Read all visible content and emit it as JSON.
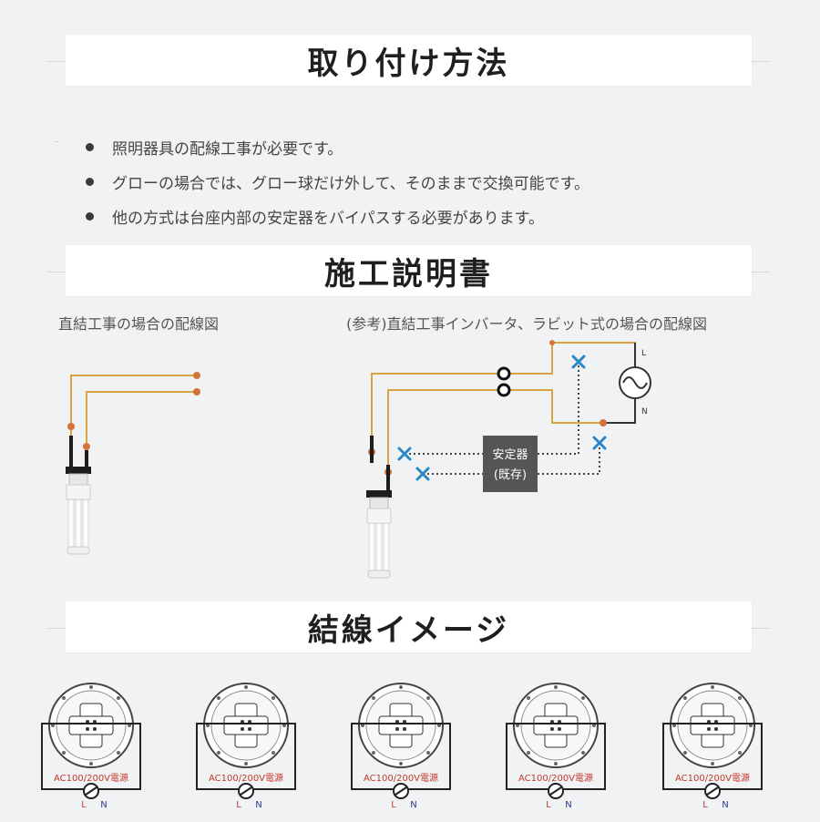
{
  "sections": {
    "install": {
      "title": "取り付け方法"
    },
    "construction": {
      "title": "施工説明書"
    },
    "wiring_image": {
      "title": "結線イメージ"
    }
  },
  "install_notes": [
    "照明器具の配線工事が必要です。",
    "グローの場合では、グロー球だけ外して、そのままで交換可能です。",
    "他の方式は台座内部の安定器をバイパスする必要があります。"
  ],
  "diagrams": {
    "direct": {
      "caption": "直結工事の場合の配線図"
    },
    "inverter": {
      "caption": "(参考)直結工事インバータ、ラビット式の場合の配線図",
      "ballast_line1": "安定器",
      "ballast_line2": "(既存)",
      "terminal_l": "L",
      "terminal_n": "N"
    }
  },
  "fixtures": {
    "label": "AC100/200V電源",
    "l": "L",
    "n": "N",
    "count": 5
  },
  "colors": {
    "wire": "#d9a441",
    "wire_dot": "#d3743a",
    "cross": "#2b86c9",
    "ballast_bg": "#555555",
    "fixture_red": "#c0392b",
    "background": "#f1f2f4"
  }
}
